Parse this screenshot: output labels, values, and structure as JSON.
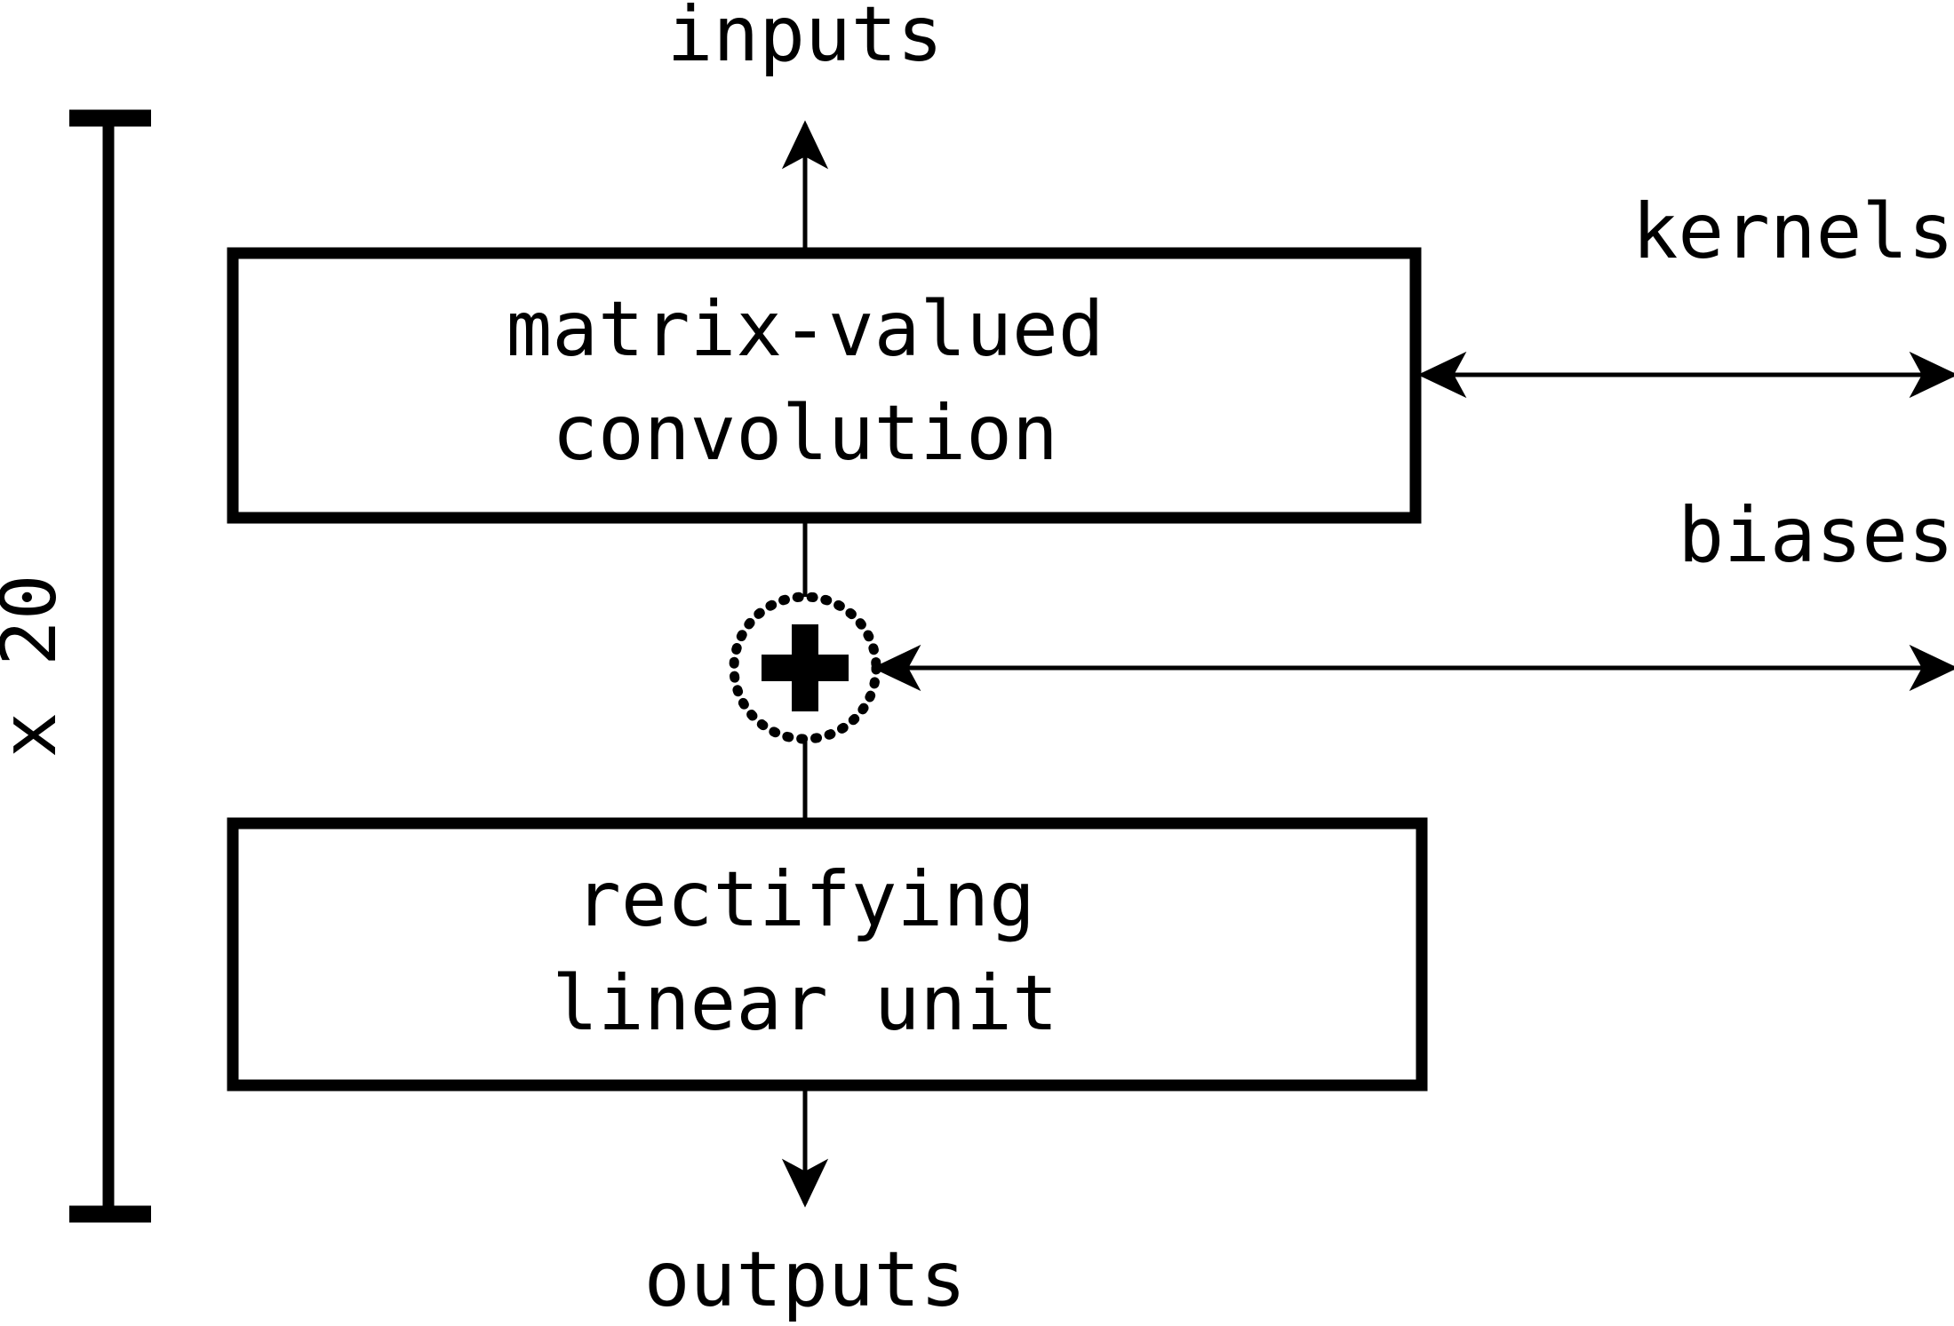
{
  "diagram": {
    "title_visible": false,
    "background_color": "#ffffff",
    "stroke_color": "#000000",
    "repeat_label": "x 20",
    "nodes": [
      {
        "id": "conv",
        "name": "matrix-valued-convolution-box",
        "shape": "rectangle",
        "lines": [
          "matrix-valued",
          "convolution"
        ]
      },
      {
        "id": "add",
        "name": "addition-node",
        "shape": "dotted-circle",
        "glyph": "+"
      },
      {
        "id": "relu",
        "name": "rectifying-linear-unit-box",
        "shape": "rectangle",
        "lines": [
          "rectifying",
          "linear unit"
        ]
      }
    ],
    "labels": {
      "inputs": "inputs",
      "outputs": "outputs",
      "kernels": "kernels",
      "biases": "biases"
    },
    "edges": [
      {
        "id": "inputs-edge",
        "name": "inputs-arrow",
        "from": "inputs",
        "to": "conv",
        "direction": "down"
      },
      {
        "id": "conv-add-edge",
        "name": "conv-to-add-connector",
        "from": "conv",
        "to": "add",
        "direction": "down"
      },
      {
        "id": "add-relu-edge",
        "name": "add-to-relu-connector",
        "from": "add",
        "to": "relu",
        "direction": "down"
      },
      {
        "id": "outputs-edge",
        "name": "outputs-arrow",
        "from": "relu",
        "to": "outputs",
        "direction": "down"
      },
      {
        "id": "kernels-edge",
        "name": "kernels-arrow",
        "from": "kernels",
        "to": "conv",
        "direction": "left",
        "double_headed": true
      },
      {
        "id": "biases-edge",
        "name": "biases-arrow",
        "from": "biases",
        "to": "add",
        "direction": "left",
        "double_headed": true
      }
    ]
  }
}
